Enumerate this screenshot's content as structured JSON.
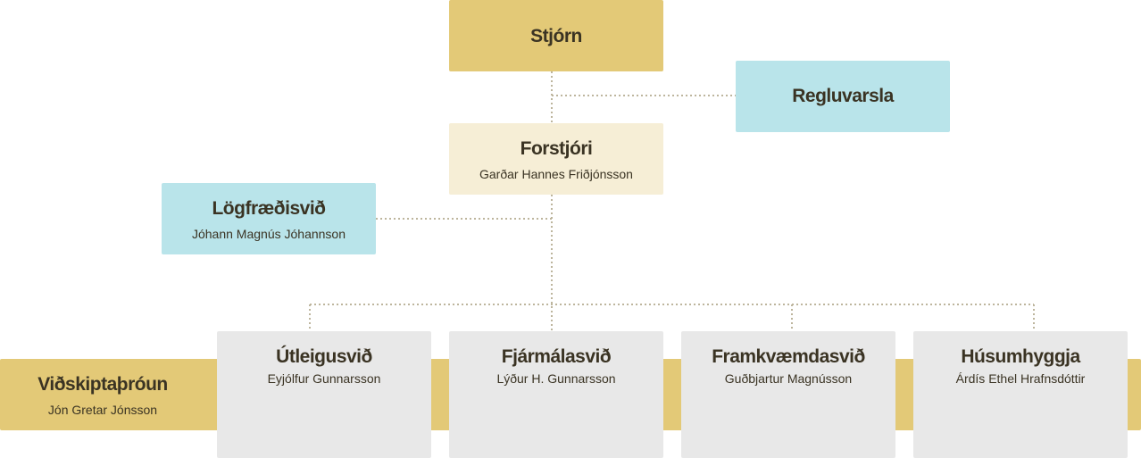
{
  "colors": {
    "gold": "#e3c977",
    "cream": "#f6eed6",
    "teal": "#b9e4ea",
    "grey": "#e8e8e8",
    "connector": "#bdb59d",
    "text": "#3a3323"
  },
  "board": {
    "title": "Stjórn"
  },
  "compliance": {
    "title": "Regluvarsla"
  },
  "ceo": {
    "title": "Forstjóri",
    "person": "Garðar Hannes Friðjónsson"
  },
  "legal": {
    "title": "Lögfræðisvið",
    "person": "Jóhann Magnús Jóhannson"
  },
  "business_dev": {
    "title": "Viðskiptaþróun",
    "person": "Jón Gretar Jónsson"
  },
  "divisions": [
    {
      "title": "Útleigusvið",
      "person": "Eyjólfur Gunnarsson"
    },
    {
      "title": "Fjármálasvið",
      "person": "Lýður H. Gunnarsson"
    },
    {
      "title": "Framkvæmdasvið",
      "person": "Guðbjartur Magnússon"
    },
    {
      "title": "Húsumhyggja",
      "person": "Árdís Ethel Hrafnsdóttir"
    }
  ]
}
